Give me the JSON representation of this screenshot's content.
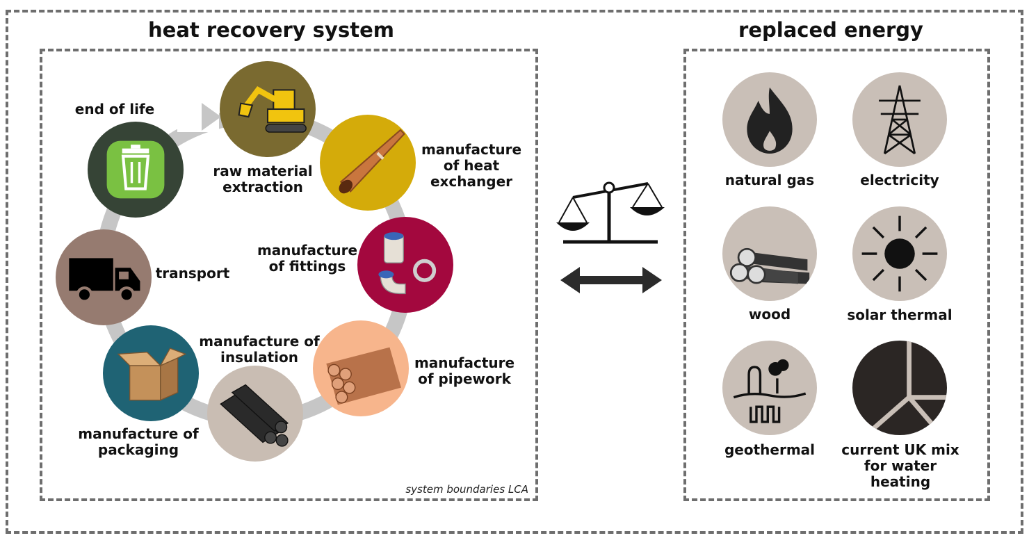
{
  "left_panel": {
    "title": "heat recovery system",
    "footnote": "system boundaries LCA",
    "stages": {
      "raw_material": [
        "raw material",
        "extraction"
      ],
      "heat_exchanger": [
        "manufacture",
        "of heat",
        "exchanger"
      ],
      "fittings": [
        "manufacture",
        "of fittings"
      ],
      "pipework": [
        "manufacture",
        "of pipework"
      ],
      "insulation": [
        "manufacture of",
        "insulation"
      ],
      "packaging": [
        "manufacture of",
        "packaging"
      ],
      "transport": [
        "transport"
      ],
      "end_of_life": [
        "end of life"
      ]
    }
  },
  "right_panel": {
    "title": "replaced energy",
    "sources": {
      "natural_gas": [
        "natural gas"
      ],
      "electricity": [
        "electricity"
      ],
      "wood": [
        "wood"
      ],
      "solar_thermal": [
        "solar thermal"
      ],
      "geothermal": [
        "geothermal"
      ],
      "uk_mix": [
        "current UK mix",
        "for water",
        "heating"
      ]
    }
  },
  "colors": {
    "raw_material": "#7a6a30",
    "heat_exchanger": "#d4ab0a",
    "fittings": "#a3083e",
    "pipework": "#f7b58c",
    "insulation": "#c9bdb3",
    "packaging": "#1f6374",
    "transport": "#967b70",
    "end_of_life": "#364436",
    "energy_bg": "#c9bfb7",
    "ring": "#c6c6c6",
    "frame": "#6e6e6e"
  }
}
